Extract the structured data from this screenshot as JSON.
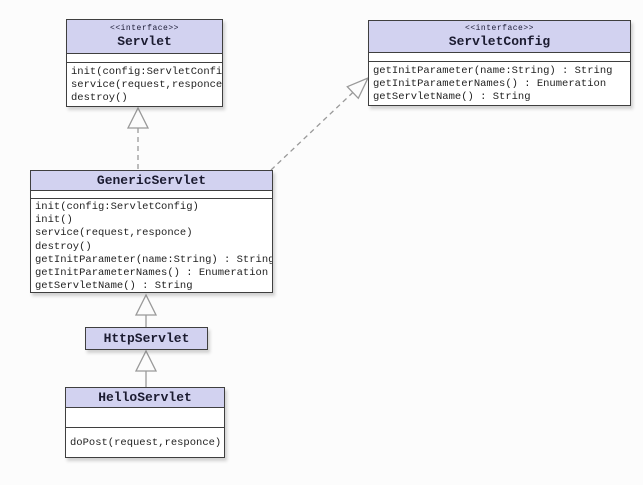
{
  "diagram_type": "uml-class-diagram",
  "colors": {
    "background": "#fcfcfc",
    "header_fill": "#d2d2f0",
    "body_fill": "#ffffff",
    "box_border": "#3f3f3f",
    "connector": "#999999",
    "text": "#1f1f1f"
  },
  "classes": [
    {
      "name": "Servlet",
      "stereotype": "<<interface>>",
      "methods": [
        "init(config:ServletConfig)",
        "service(request,responce)",
        "destroy()"
      ]
    },
    {
      "name": "ServletConfig",
      "stereotype": "<<interface>>",
      "methods": [
        "getInitParameter(name:String) : String",
        "getInitParameterNames() : Enumeration",
        "getServletName() : String"
      ]
    },
    {
      "name": "GenericServlet",
      "stereotype": "",
      "methods": [
        "init(config:ServletConfig)",
        "init()",
        "service(request,responce)",
        "destroy()",
        "getInitParameter(name:String) : String",
        "getInitParameterNames() : Enumeration",
        "getServletName() : String"
      ]
    },
    {
      "name": "HttpServlet",
      "stereotype": "",
      "methods": []
    },
    {
      "name": "HelloServlet",
      "stereotype": "",
      "methods": [
        "doPost(request,responce)"
      ]
    }
  ],
  "relationships": [
    {
      "type": "realization",
      "from": "GenericServlet",
      "to": "Servlet"
    },
    {
      "type": "realization",
      "from": "GenericServlet",
      "to": "ServletConfig"
    },
    {
      "type": "generalization",
      "from": "HttpServlet",
      "to": "GenericServlet"
    },
    {
      "type": "generalization",
      "from": "HelloServlet",
      "to": "HttpServlet"
    }
  ]
}
